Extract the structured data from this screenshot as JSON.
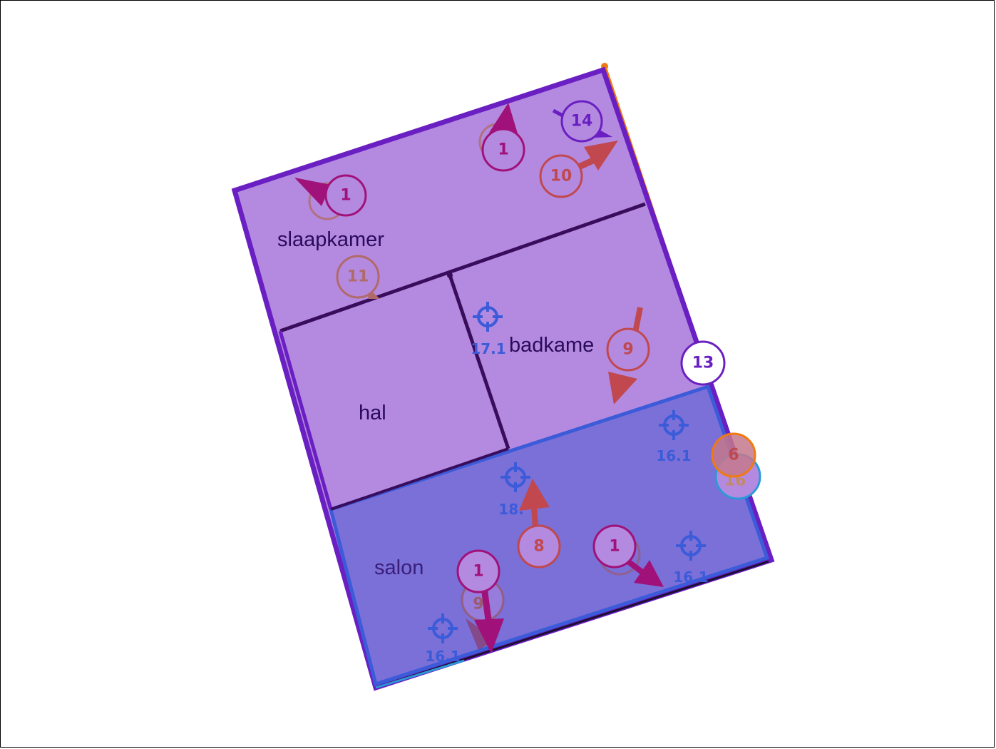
{
  "rooms": {
    "slaapkamer": "slaapkamer",
    "hal": "hal",
    "badkamer": "badkame",
    "salon": "salon"
  },
  "badges": {
    "b1_top": "1",
    "b1_left": "1",
    "b14": "14",
    "b10": "10",
    "b11": "11",
    "b9": "9",
    "b13": "13",
    "b6": "6",
    "b16_hidden": "16",
    "b8": "8",
    "b1_salon_left": "1",
    "b1_salon_right": "1",
    "b9_hidden": "9"
  },
  "sensors": {
    "s_badkamer": "17.1",
    "s_salon_top_right": "16.1",
    "s_salon_center": "18.",
    "s_salon_right": "16.1",
    "s_salon_bottom_left": "16.1"
  },
  "colors": {
    "outline": "#6a1fc2",
    "wall": "#3a0c5c",
    "room_fill": "#b48ae0",
    "salon_fill": "#7b6fd8",
    "magenta": "#a0127a",
    "red": "#c0484e",
    "purple": "#6a1fc2",
    "brown": "#b06a68",
    "blue": "#3b5bd9",
    "orange": "#f07a10",
    "lightblue": "#2a9ad8"
  }
}
